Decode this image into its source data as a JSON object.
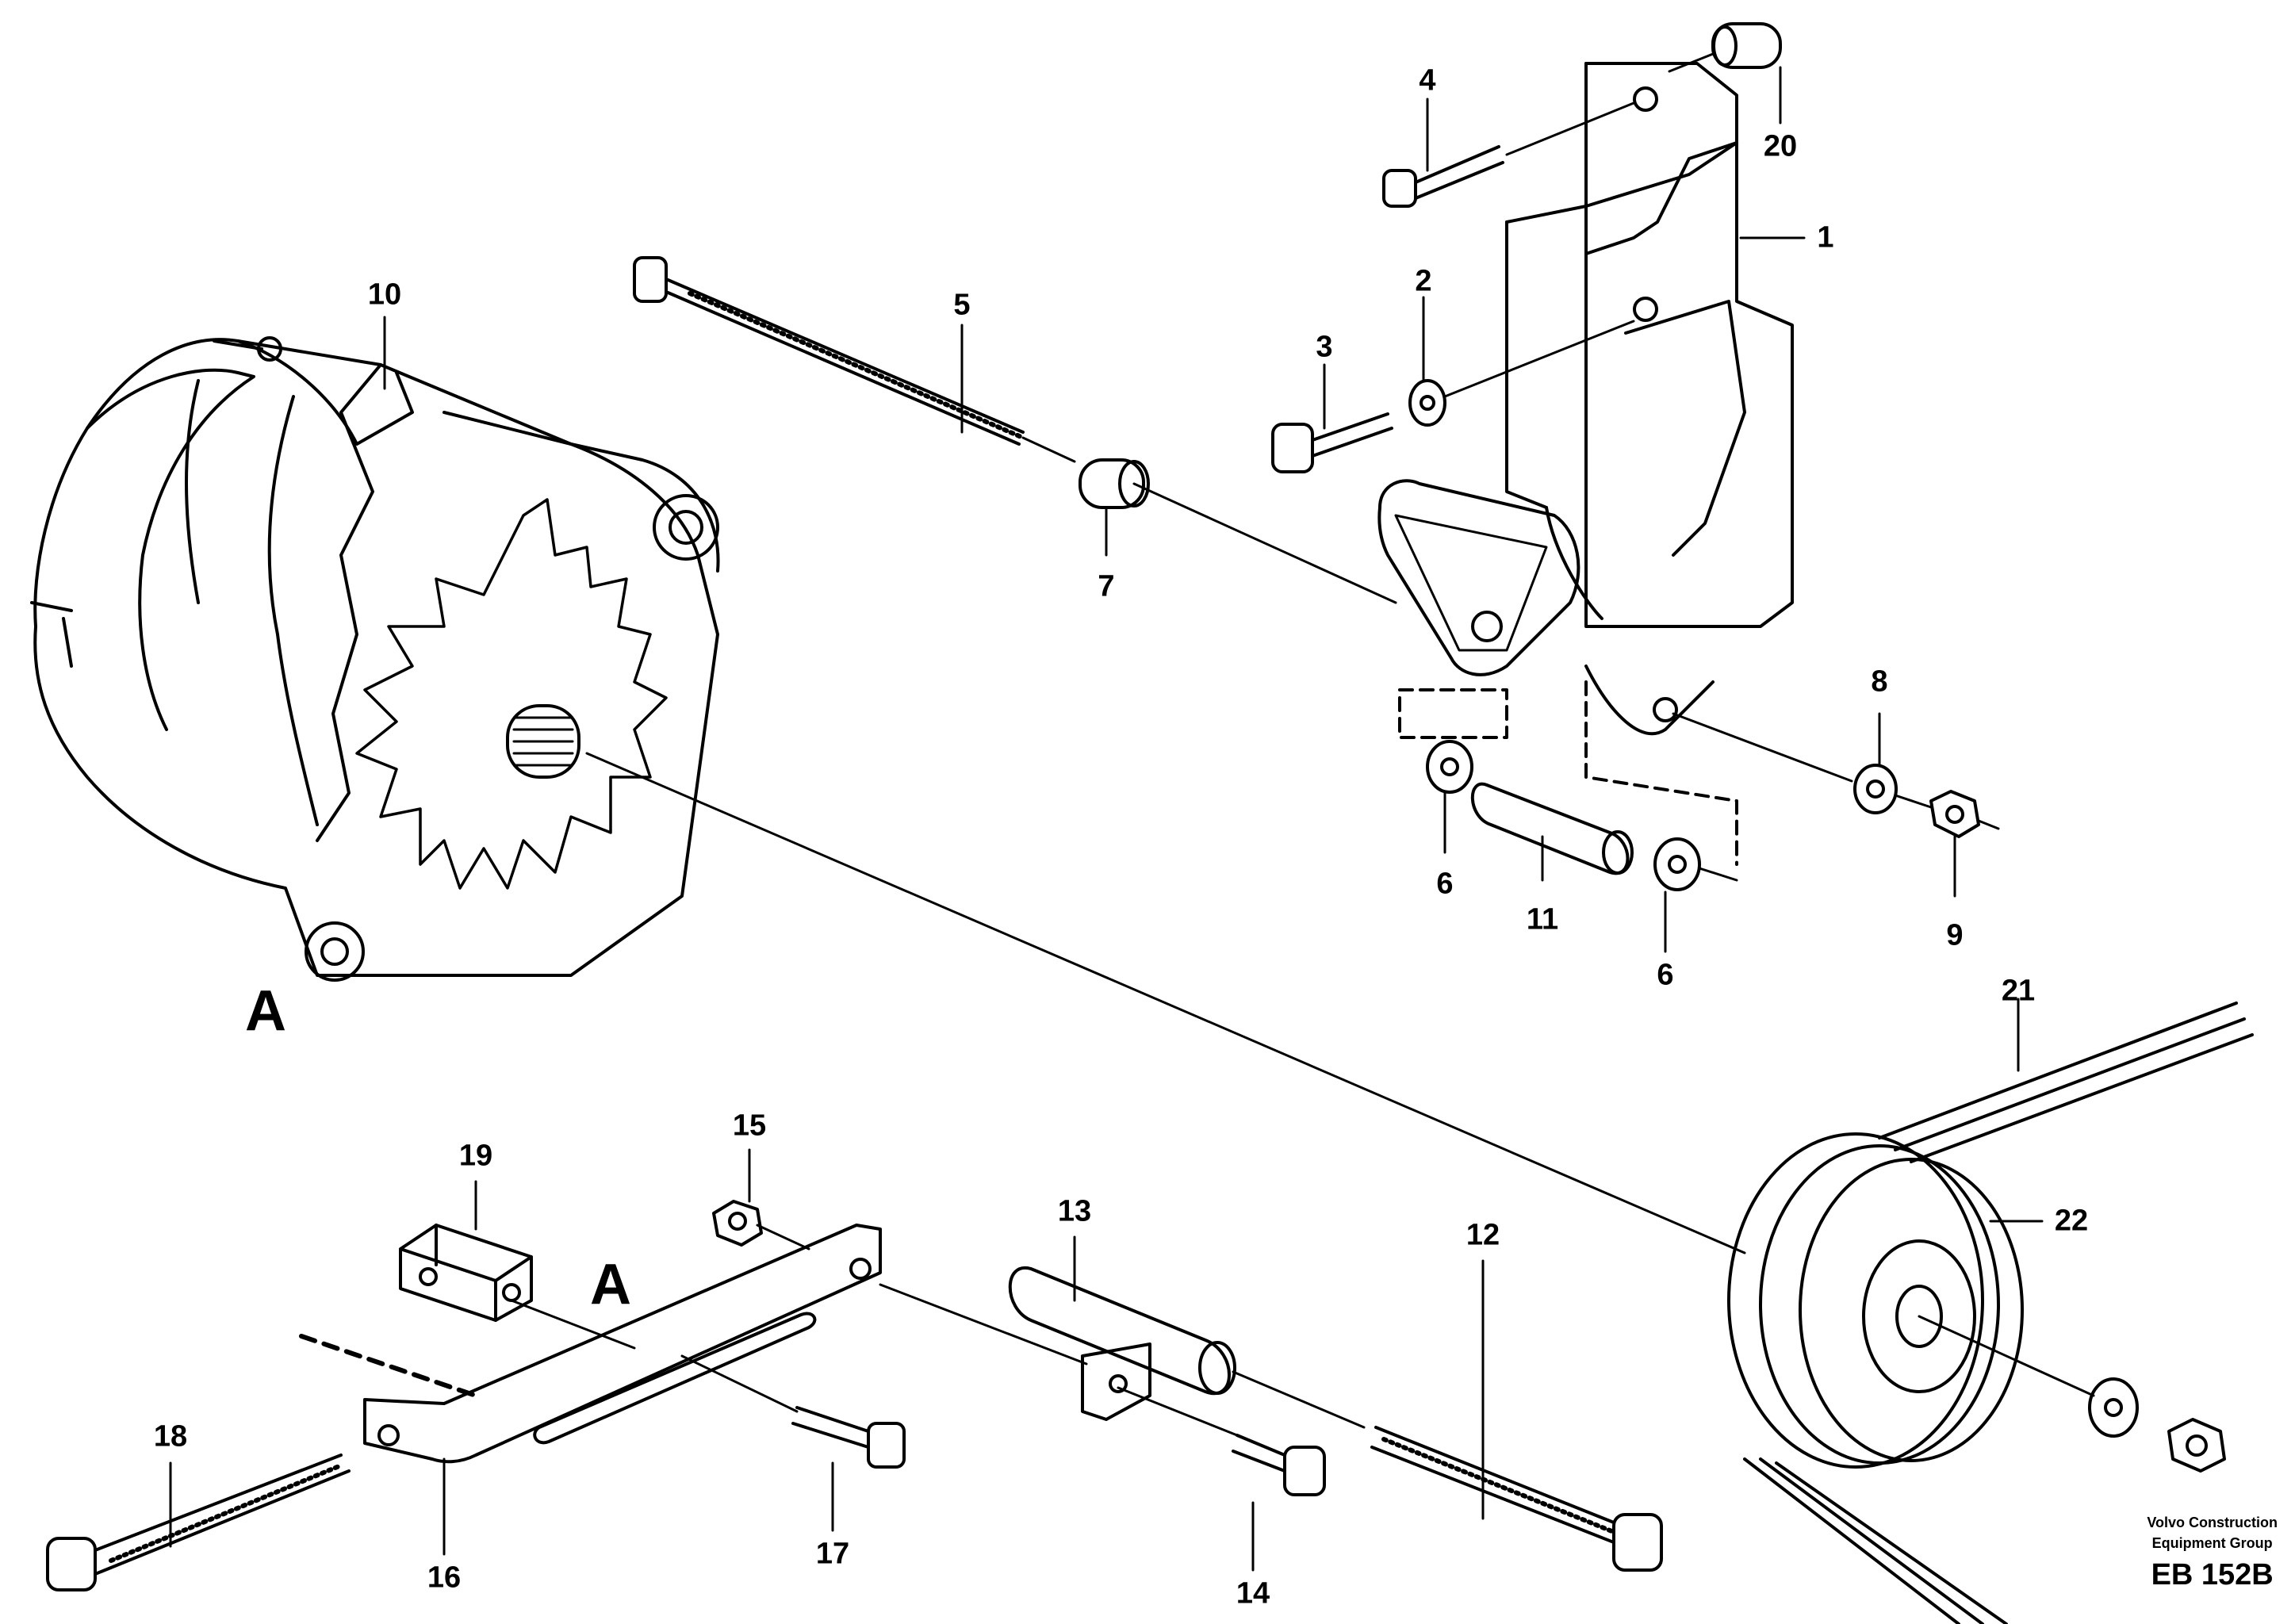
{
  "callouts": {
    "c1": "1",
    "c2": "2",
    "c3": "3",
    "c4": "4",
    "c5": "5",
    "c6a": "6",
    "c6b": "6",
    "c7": "7",
    "c8": "8",
    "c9": "9",
    "c10": "10",
    "c11": "11",
    "c12": "12",
    "c13": "13",
    "c14": "14",
    "c15": "15",
    "c16": "16",
    "c17": "17",
    "c18": "18",
    "c19": "19",
    "c20": "20",
    "c21": "21",
    "c22": "22"
  },
  "view_labels": {
    "alternator": "A",
    "bracket": "A"
  },
  "footer": {
    "company_line1": "Volvo Construction",
    "company_line2": "Equipment Group",
    "drawing_code": "EB 152B"
  },
  "colors": {
    "ink": "#000000",
    "paper": "#ffffff"
  }
}
